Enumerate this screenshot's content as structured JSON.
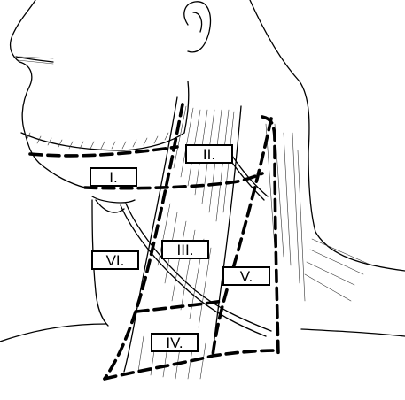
{
  "figure": {
    "colors": {
      "ink": "#000000",
      "background": "#ffffff"
    },
    "levels": [
      {
        "id": "I",
        "label": "I."
      },
      {
        "id": "II",
        "label": "II."
      },
      {
        "id": "III",
        "label": "III."
      },
      {
        "id": "IV",
        "label": "IV."
      },
      {
        "id": "V",
        "label": "V."
      },
      {
        "id": "VI",
        "label": "VI."
      }
    ]
  }
}
